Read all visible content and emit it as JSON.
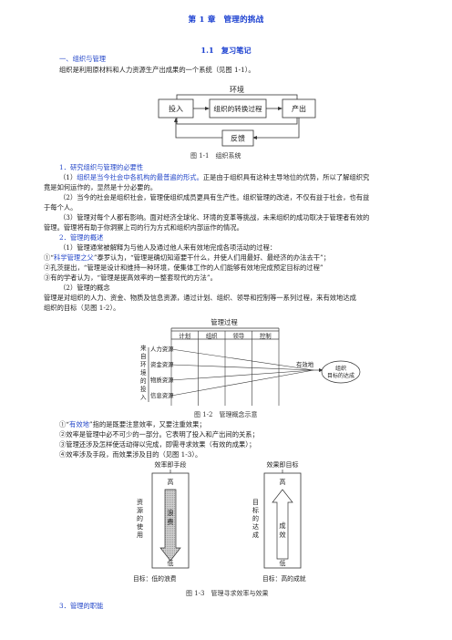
{
  "chapter_title": "第 1 章　管理的挑战",
  "section_title": "1.1　复习笔记",
  "part1": {
    "heading": "一、组织与管理",
    "intro": "组织是利用原材料和人力资源生产出成果的一个系统（见图 1-1）。"
  },
  "fig1": {
    "env": "环境",
    "input": "投入",
    "process": "组织的转换过程",
    "output": "产出",
    "feedback": "反馈",
    "caption": "图 1-1　组织系统"
  },
  "s1": {
    "heading": "1．研究组织与管理的必要性",
    "p1_a": "（1）",
    "p1_blue": "组织是当今社会中各机构的最普遍的形式。",
    "p1_b": "正是由于组织具有这种主导地位的优势，所以了解组织究",
    "p1_c": "竟是如何运作的，显然是十分必要的。",
    "p2_a": "（2）当今的社会是组织社会，管理使组织成员更具有生产性。组织管理的改进，不仅有益于社会，也有益",
    "p2_b": "于每个人。",
    "p3_a": "（3）管理对每个人都有影响。面对经济全球化、环境的变革等挑战，未来组织的成功取决于管理者有效的",
    "p3_b": "管理。管理将有助于你洞察上司的行为方式和组织内部运作的情况。"
  },
  "s2": {
    "heading": "2．管理的概述",
    "p1": "（1）管理通常被解释为与他人及通过他人来有效地完成各项活动的过程：",
    "q1_a": "①“",
    "q1_blue": "科学管理之父",
    "q1_b": "”泰罗认为，“管理是确切知道要干什么，并使人们用最好、最经济的办法去干”；",
    "q2": "②孔茨提出，“管理是设计和维持一种环境，使集体工作的人们能够有效地完成预定目标的过程”",
    "q3": "③有的学者认为，“管理是提高效率的一整套现代的方法”。",
    "p2": "（2）管理的概念",
    "p3_a": "管理是对组织的人力、资金、物质及信息资源，通过计划、组织、领导和控制等一系列过程，来有效地达成",
    "p3_b": "组织的目标（见图 1-2）。"
  },
  "fig2": {
    "top": "管理过程",
    "funcs": [
      "计划",
      "组织",
      "领导",
      "控制"
    ],
    "side": [
      "来",
      "自",
      "环",
      "境",
      "的",
      "投",
      "入"
    ],
    "resources": [
      "人力资源",
      "资金资源",
      "物质资源",
      "信息资源"
    ],
    "effective": "有效地",
    "goal_1": "组织",
    "goal_2": "目标的达成",
    "caption": "图 1-2　管理概念示意"
  },
  "s3": {
    "a1_a": "①“",
    "a1_blue": "有效地",
    "a1_b": "”指的是既要注意效率，又要注重效果；",
    "a2": "②效率是管理中必不可少的一部分。它表明了投入和产出间的关系；",
    "a3": "③管理还涉及怎样使活动得以完成，即需寻求效果（有效的成果）；",
    "a4": "④效率涉及手段，而效果涉及目的（见图 1-3）。"
  },
  "fig3": {
    "left_title": "效率即手段",
    "right_title": "效果即目标",
    "left_side": [
      "资",
      "源",
      "的",
      "使",
      "用"
    ],
    "right_side": [
      "目",
      "标",
      "的",
      "达",
      "成"
    ],
    "left_arrow": [
      "浪",
      "费"
    ],
    "right_arrow": [
      "成",
      "效"
    ],
    "high": "高",
    "low": "低",
    "left_goal": "目标：低的浪费",
    "right_goal": "目标：高的成就",
    "caption": "图 1-3　管理寻求效率与效果"
  },
  "s4": {
    "heading": "3．管理的职能"
  }
}
